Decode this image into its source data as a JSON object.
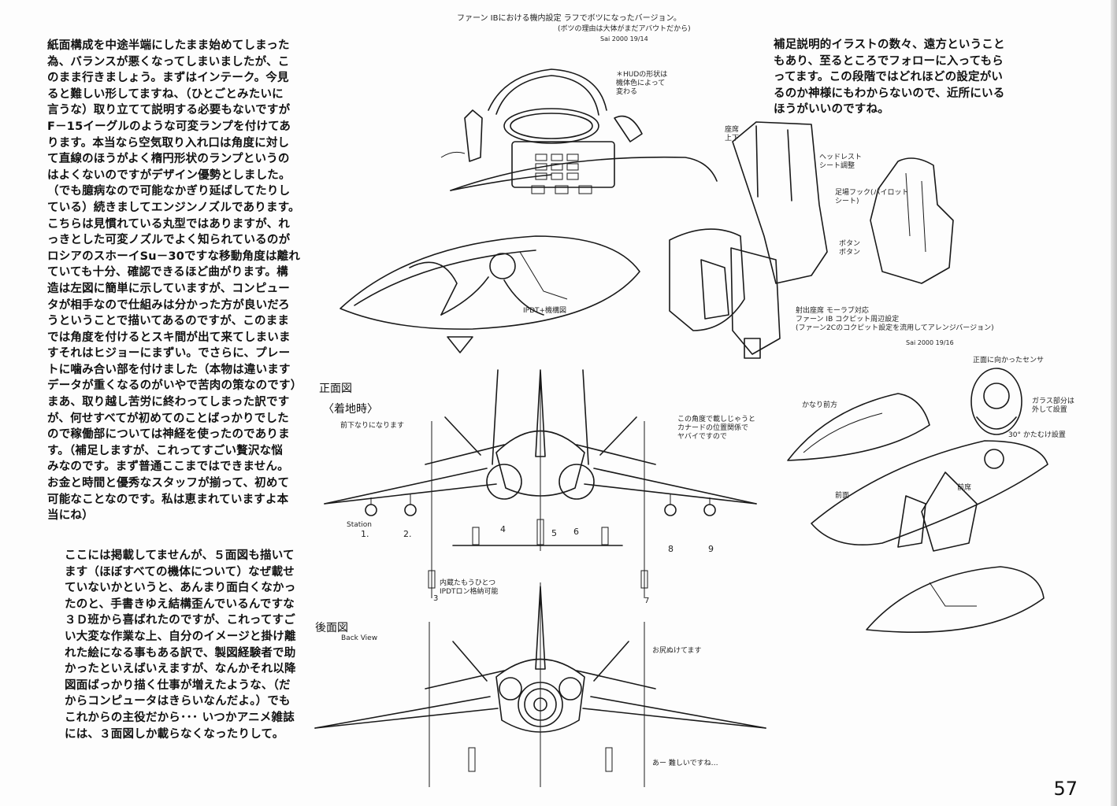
{
  "page_number": "57",
  "text_blocks": {
    "left_top": "紙面構成を中途半端にしたまま始めてしまった\n為、バランスが悪くなってしまいましたが、こ\nのまま行きましょう。まずはインテーク。今見\nると難しい形してますね、（ひとごとみたいに\n言うな）取り立てて説明する必要もないですが\nF－15イーグルのような可変ランプを付けてあ\nります。本当なら空気取り入れ口は角度に対し\nて直線のほうがよく楕円形状のランプというの\nはよくないのですがデザイン優勢としました。\n（でも臆病なので可能なかぎり延ばしてたりし\nている）続きましてエンジンノズルであります。\nこちらは見慣れている丸型ではありますが、れ\nっきとした可変ノズルでよく知られているのが\nロシアのスホーイSu－30ですな移動角度は離れ\nていても十分、確認できるほど曲がります。構\n造は左図に簡単に示していますが、コンピュー\nタが相手なので仕組みは分かった方が良いだろ\nうということで描いてあるのですが、このまま\nでは角度を付けるとスキ間が出て来てしまいま\nすそれはヒジョーにまずい。でさらに、プレー\nトに噛み合い部を付けました（本物は違います\nデータが重くなるのがいやで苦肉の策なのです）\nまあ、取り越し苦労に終わってしまった訳です\nが、何せすべてが初めてのことばっかりでした\nので稼働部については神経を使ったのでありま\nす。（補足しますが、これってすごい贅沢な悩\nみなのです。まず普通ここまではできません。\nお金と時間と優秀なスタッフが揃って、初めて\n可能なことなのです。私は恵まれていますよ本\n当にね）",
    "left_bottom": "ここには掲載してませんが、５面図も描いて\nます（ほぼすべての機体について）なぜ載せ\nていないかというと、あんまり面白くなかっ\nたのと、手書きゆえ結構歪んでいるんですな\n３Ｄ班から喜ばれたのですが、これってすご\nい大変な作業な上、自分のイメージと掛け離\nれた絵になる事もある訳で、製図経験者で助\nかったといえばいえますが、なんかそれ以降\n図面ばっかり描く仕事が増えたような、（だ\nからコンピュータはきらいなんだよ。）でも\nこれからの主役だから･･･ いつかアニメ雑誌\nには、３面図しか載らなくなったりして。",
    "right_top": "補足説明的イラストの数々、遠方ということ\nもあり、至るところでフォローに入ってもら\nってます。この段階ではどれほどの設定がい\nるのか神様にもわからないので、近所にいる\nほうがいいのですね。"
  },
  "annotations": {
    "top_caption": "ファーン IBにおける機内設定 ラフでボツになったバージョン。",
    "top_sub": "(ボツの理由は大体がまだアバウトだから)",
    "top_sign": "Sai 2000 19/14",
    "hud_note": "＊HUDの形状は\n機体色によって\n変わる",
    "cockpit_label": "IPDT+機構図",
    "seat_top": "座席\n上下",
    "seat_note1": "ヘッドレスト\nシート調整",
    "seat_note2": "足場フック(パイロット\nシート)",
    "seat_note3": "ボタン\nボタン",
    "seat_caption": "射出座席 モーラブ対応\nファーン IB コクピット周辺設定\n(ファーン2Cのコクピット設定を流用してアレンジバージョン)",
    "seat_sign": "Sai 2000 19/16",
    "right_cockpit_note": "正面に向かったセンサ",
    "right_note2": "ガラス部分は\n外して設置",
    "right_note3": "30° かたむけ設置",
    "right_note4": "かなり前方",
    "right_note5": "前面",
    "right_note6": "前席",
    "front_title": "正面図",
    "front_sub": "〈着地時〉",
    "front_note": "前下なりになります",
    "front_note_right": "この角度で載しじゃうと\nカナードの位置関係で\nヤバイですので",
    "station_label": "Station",
    "stations": [
      "1.",
      "2.",
      "4",
      "5",
      "6",
      "8",
      "9"
    ],
    "station_3": "3",
    "station_7": "7",
    "bay_note": "内蔵たもうひとつ\nIPDTロン格納可能",
    "back_title": "後面図",
    "back_sub": "Back View",
    "back_note": "お尻ぬけてます",
    "back_note2": "あー 難しいですね…"
  }
}
